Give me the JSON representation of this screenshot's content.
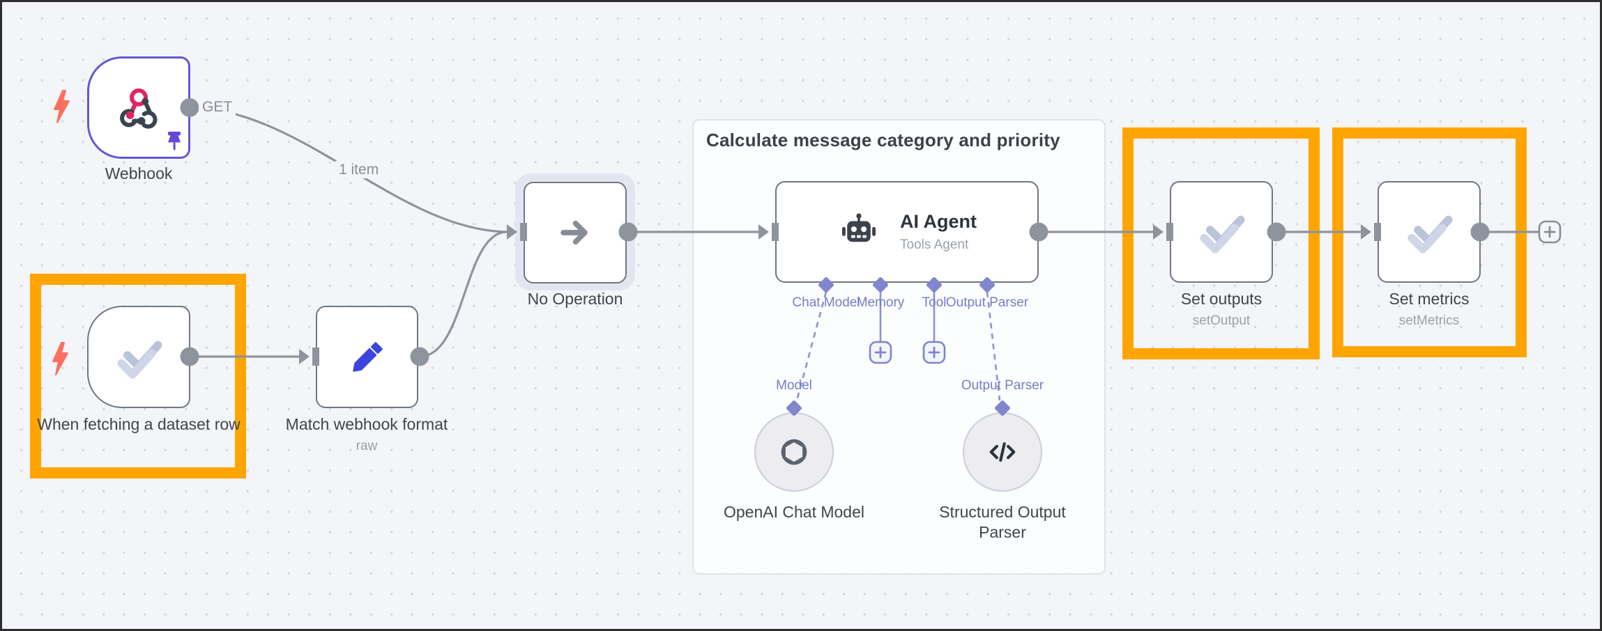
{
  "group_box": {
    "title": "Calculate message category and priority"
  },
  "nodes": {
    "webhook": {
      "label": "Webhook",
      "method_badge": "GET"
    },
    "dataset_trigger": {
      "label": "When fetching a dataset row"
    },
    "match_format": {
      "label": "Match webhook format",
      "sublabel": "raw"
    },
    "no_operation": {
      "label": "No Operation"
    },
    "ai_agent": {
      "title": "AI Agent",
      "subtitle": "Tools Agent"
    },
    "openai_chat_model": {
      "label": "OpenAI Chat Model"
    },
    "structured_output_parser": {
      "label": "Structured Output Parser"
    },
    "set_outputs": {
      "label": "Set outputs",
      "sublabel": "setOutput"
    },
    "set_metrics": {
      "label": "Set metrics",
      "sublabel": "setMetrics"
    }
  },
  "connections": {
    "webhook_items_label": "1 item"
  },
  "agent_ports": {
    "chat_model": "Chat Model",
    "memory": "Memory",
    "tool": "Tool",
    "output_parser": "Output Parser"
  },
  "sub_ports": {
    "model": "Model",
    "output_parser": "Output Parser"
  },
  "colors": {
    "highlight_orange": "#FFA502",
    "port_purple": "#8087cc",
    "canvas_bg": "#f4f5f8",
    "node_border_gray": "#6f7683",
    "webhook_border_purple": "#6357d6",
    "trigger_bolt_red": "#ff6e5e",
    "webhook_icon_pink": "#e2255f",
    "icon_dark_slate": "#3a4450",
    "pencil_blue": "#3b45dd",
    "wire_gray": "#8e949e"
  }
}
